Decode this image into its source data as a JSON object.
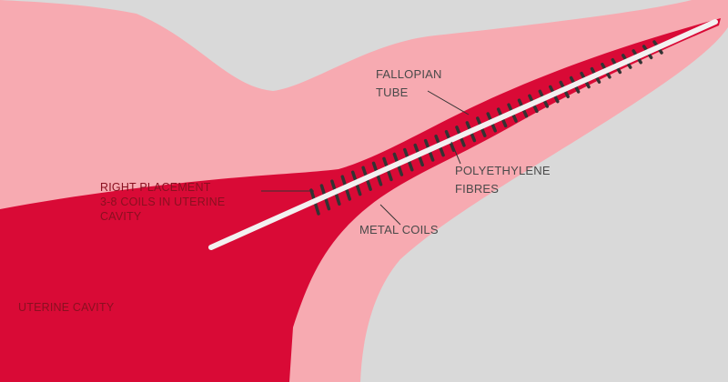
{
  "colors": {
    "background": "#d9d9d9",
    "tissue": "#f7aab1",
    "cavity": "#d90a36",
    "wire": "#f3f0f0",
    "coil": "#333333"
  },
  "labels": {
    "fallopian_tube": [
      "FALLOPIAN",
      "TUBE"
    ],
    "polyethylene_fibres": [
      "POLYETHYLENE",
      "FIBRES"
    ],
    "metal_coils": "METAL COILS",
    "right_placement": [
      "RIGHT PLACEMENT",
      "3-8 COILS IN UTERINE",
      "CAVITY"
    ],
    "uterine_cavity": "UTERINE CAVITY"
  }
}
